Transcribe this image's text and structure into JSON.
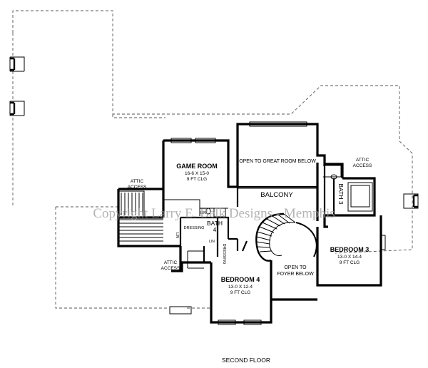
{
  "labels": {
    "game_room": "GAME ROOM",
    "game_room_size": "16-6 X 15-0",
    "game_room_clg": "9 FT CLG",
    "open_great_room": "OPEN TO GREAT ROOM BELOW",
    "attic_access_top_right": "ATTIC",
    "attic_access_top_right_2": "ACCESS",
    "attic_access_left": "ATTIC",
    "attic_access_left_2": "ACCESS",
    "attic_access_bottom": "ATTIC",
    "attic_access_bottom_2": "ACCESS",
    "balcony": "BALCONY",
    "bath3": "BATH 3",
    "bath4": "BATH",
    "bath4_num": "4",
    "dressing_left": "DRESSING",
    "dressing_right": "DRESSING",
    "lin_top": "LIN",
    "lin_mid": "LIN",
    "lin_side": "LIN",
    "bedroom3": "BEDROOM 3",
    "bedroom3_size": "13-0 X 14-4",
    "bedroom3_clg": "9 FT CLG",
    "bedroom4": "BEDROOM 4",
    "bedroom4_size": "13-0 X 12-4",
    "bedroom4_clg": "9 FT CLG",
    "open_to": "OPEN TO",
    "foyer_below": "FOYER BELOW",
    "caption": "SECOND FLOOR"
  },
  "watermark": "Copyright Larry E. Belk Designs - Memphis"
}
